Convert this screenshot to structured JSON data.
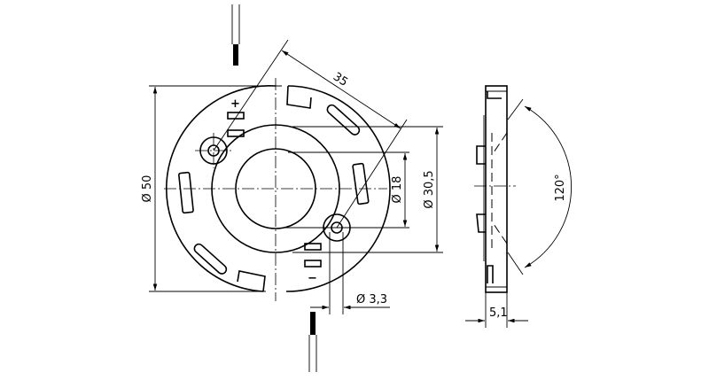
{
  "drawing": {
    "front_view": {
      "dim_outer_diameter": "Ø 50",
      "dim_pitch": "35",
      "dim_inner_diameter": "Ø 18",
      "dim_ring_diameter": "Ø 30,5",
      "dim_hole_diameter": "Ø 3,3",
      "plus_marking": "+",
      "minus_marking": "−"
    },
    "side_view": {
      "dim_thickness": "5,1",
      "dim_angle": "120°"
    }
  }
}
